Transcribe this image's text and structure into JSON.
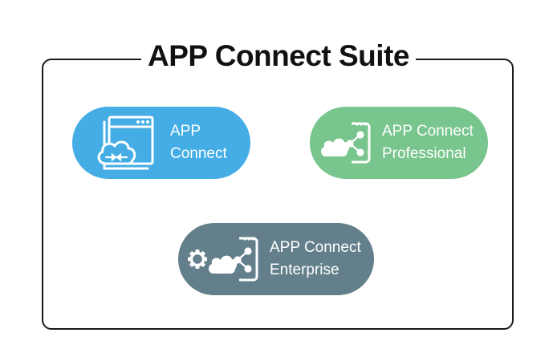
{
  "title": "APP Connect Suite",
  "colors": {
    "basic": "#45ade5",
    "professional": "#78c58d",
    "enterprise": "#637f8b",
    "frame": "#1a1a1a"
  },
  "products": [
    {
      "line1": "APP",
      "line2": "Connect",
      "icon": "app-window-cloud-sync-icon"
    },
    {
      "line1": "APP Connect",
      "line2": "Professional",
      "icon": "cloud-share-network-icon"
    },
    {
      "line1": "APP Connect",
      "line2": "Enterprise",
      "icon": "gear-cloud-share-network-icon"
    }
  ]
}
